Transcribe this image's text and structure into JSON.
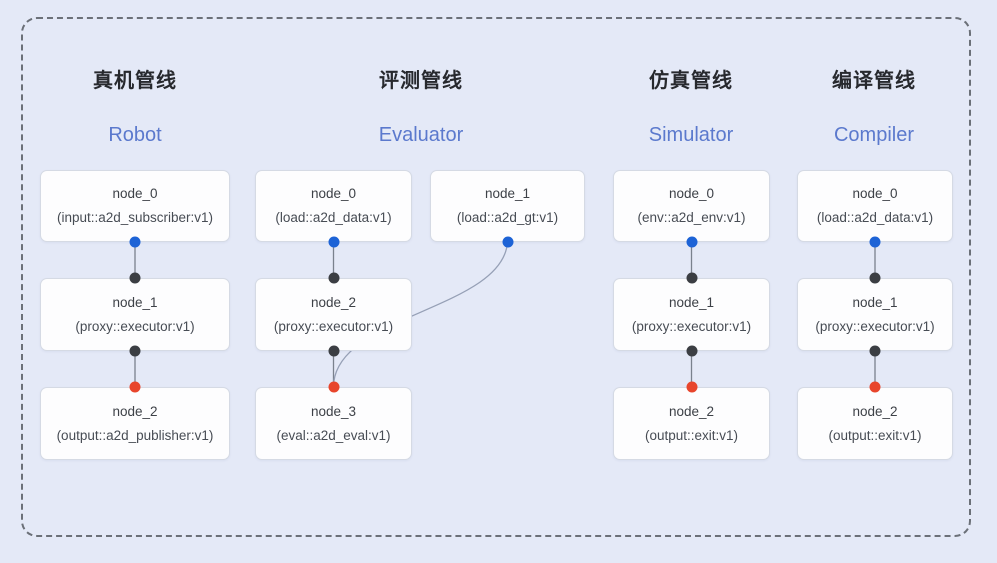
{
  "diagram": {
    "colors": {
      "background": "#e4e9f7",
      "dashed_border": "#6b7078",
      "node_background": "#fdfdfe",
      "node_border": "#d5dae4",
      "edge_line": "#7a818d",
      "edge_curve": "#96a0b6",
      "title_zh_text": "#27292e",
      "title_en_text": "#5b79cd",
      "node_text": "#3d4147",
      "port_blue": "#1d63d6",
      "port_dark": "#3b3e43",
      "port_red": "#e8452c"
    },
    "pipelines": [
      {
        "title_zh": "真机管线",
        "title_en": "Robot",
        "nodes": [
          {
            "name": "node_0",
            "type": "(input::a2d_subscriber:v1)"
          },
          {
            "name": "node_1",
            "type": "(proxy::executor:v1)"
          },
          {
            "name": "node_2",
            "type": "(output::a2d_publisher:v1)"
          }
        ]
      },
      {
        "title_zh": "评测管线",
        "title_en": "Evaluator",
        "nodes": [
          {
            "name": "node_0",
            "type": "(load::a2d_data:v1)"
          },
          {
            "name": "node_1",
            "type": "(load::a2d_gt:v1)"
          },
          {
            "name": "node_2",
            "type": "(proxy::executor:v1)"
          },
          {
            "name": "node_3",
            "type": "(eval::a2d_eval:v1)"
          }
        ]
      },
      {
        "title_zh": "仿真管线",
        "title_en": "Simulator",
        "nodes": [
          {
            "name": "node_0",
            "type": "(env::a2d_env:v1)"
          },
          {
            "name": "node_1",
            "type": "(proxy::executor:v1)"
          },
          {
            "name": "node_2",
            "type": "(output::exit:v1)"
          }
        ]
      },
      {
        "title_zh": "编译管线",
        "title_en": "Compiler",
        "nodes": [
          {
            "name": "node_0",
            "type": "(load::a2d_data:v1)"
          },
          {
            "name": "node_1",
            "type": "(proxy::executor:v1)"
          },
          {
            "name": "node_2",
            "type": "(output::exit:v1)"
          }
        ]
      }
    ]
  }
}
